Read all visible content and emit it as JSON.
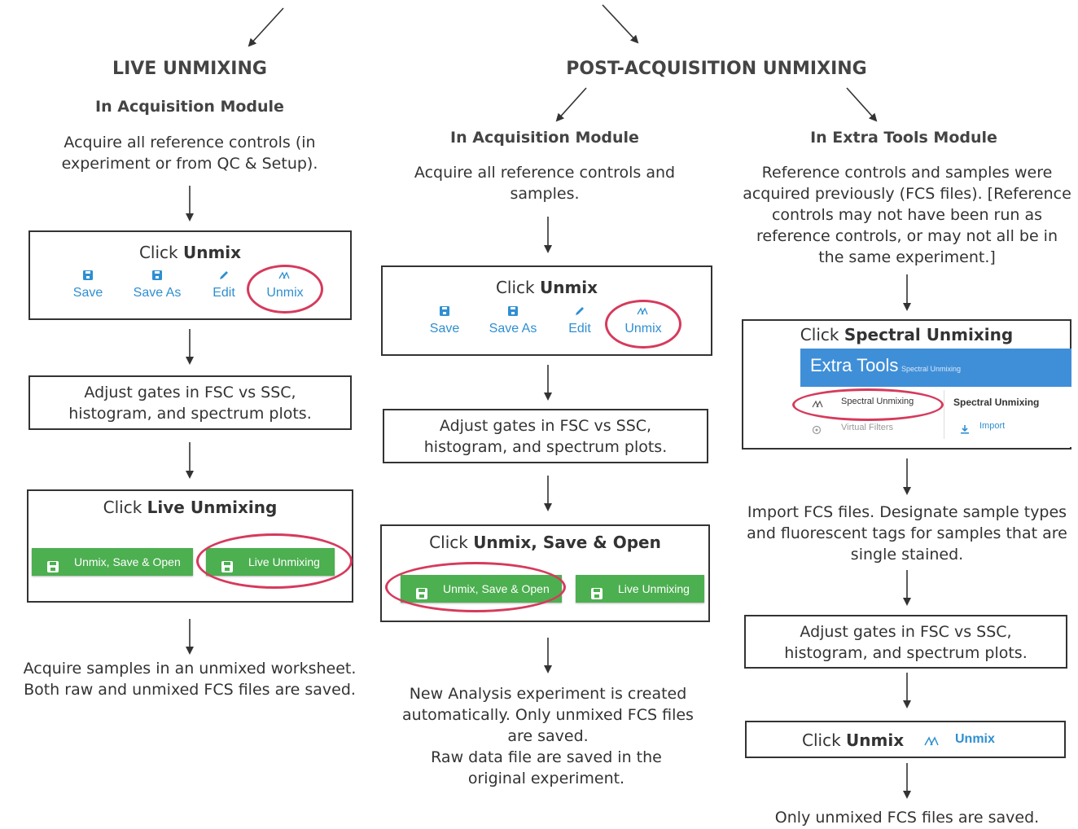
{
  "headers": {
    "live": "LIVE UNMIXING",
    "post": "POST-ACQUISITION UNMIXING"
  },
  "live": {
    "module": "In Acquisition Module",
    "step1": "Acquire all reference controls (in experiment or from QC & Setup).",
    "click_prefix": "Click ",
    "unmix_bold": "Unmix",
    "toolbar": {
      "save": "Save",
      "save_as": "Save As",
      "edit": "Edit",
      "unmix": "Unmix"
    },
    "adjust": "Adjust gates in FSC vs SSC, histogram, and spectrum plots.",
    "live_bold": "Live Unmixing",
    "btn_unmix_save_open": "Unmix, Save & Open",
    "btn_live_unmixing": "Live Unmixing",
    "result": "Acquire samples in an unmixed worksheet. Both raw and unmixed FCS files are saved."
  },
  "post_acq": {
    "module": "In Acquisition Module",
    "step1": "Acquire all reference controls and samples.",
    "click_prefix": "Click ",
    "unmix_bold": "Unmix",
    "toolbar": {
      "save": "Save",
      "save_as": "Save As",
      "edit": "Edit",
      "unmix": "Unmix"
    },
    "adjust": "Adjust gates in FSC vs SSC, histogram, and spectrum plots.",
    "uso_bold": "Unmix, Save & Open",
    "btn_unmix_save_open": "Unmix, Save & Open",
    "btn_live_unmixing": "Live Unmixing",
    "result1": "New Analysis experiment is created automatically. Only unmixed FCS files are saved.",
    "result2": "Raw data file are saved in the original experiment."
  },
  "extra": {
    "module": "In Extra Tools Module",
    "step1": "Reference controls and samples were acquired previously (FCS files). [Reference controls may not have been run as reference controls, or may not all be in the same experiment.]",
    "click_prefix": "Click ",
    "spectral_bold": "Spectral Unmixing",
    "panel_title": "Extra Tools",
    "panel_subtitle": "Spectral Unmixing",
    "menu_spectral": "Spectral Unmixing",
    "menu_virtual": "Virtual Filters",
    "section_label": "Spectral Unmixing",
    "import_label": "Import",
    "import_text": "Import FCS files. Designate sample types and fluorescent tags for samples that are single stained.",
    "adjust": "Adjust gates in FSC vs SSC, histogram, and spectrum plots.",
    "unmix_bold": "Unmix",
    "unmix_btn": "Unmix",
    "result": "Only unmixed FCS files are saved."
  },
  "colors": {
    "accent_blue": "#2f8fd1",
    "button_green": "#4caf50",
    "highlight_ring": "#d63a5c",
    "panel_blue": "#3f8fd8"
  },
  "icons": [
    "save-icon",
    "edit-pencil-icon",
    "unmix-icon",
    "download-icon",
    "filter-icon"
  ]
}
